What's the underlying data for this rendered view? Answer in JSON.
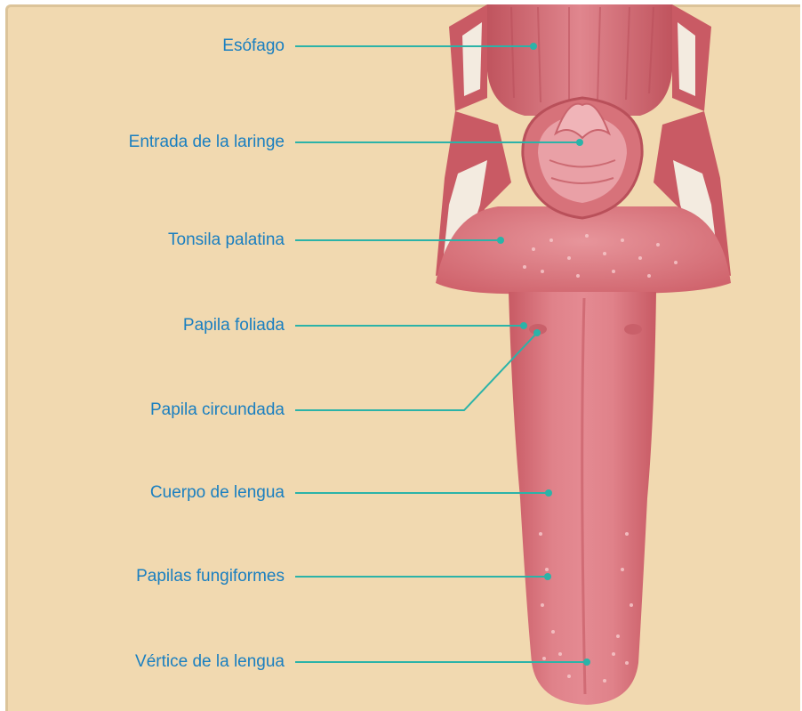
{
  "diagram": {
    "labels": [
      {
        "id": "esofago",
        "text": "Esófago"
      },
      {
        "id": "laringe",
        "text": "Entrada de la laringe"
      },
      {
        "id": "tonsila",
        "text": "Tonsila palatina"
      },
      {
        "id": "foliada",
        "text": "Papila foliada"
      },
      {
        "id": "circundada",
        "text": "Papila circundada"
      },
      {
        "id": "cuerpo",
        "text": "Cuerpo de lengua"
      },
      {
        "id": "fungiformes",
        "text": "Papilas fungiformes"
      },
      {
        "id": "vertice",
        "text": "Vértice de la lengua"
      }
    ]
  },
  "colors": {
    "background": "#f1d9b0",
    "label_text": "#1a7fc0",
    "leader_line": "#2bb3a8",
    "tissue": "#d66a72",
    "tissue_light": "#e89aa0",
    "cartilage": "#f3ebe0"
  }
}
